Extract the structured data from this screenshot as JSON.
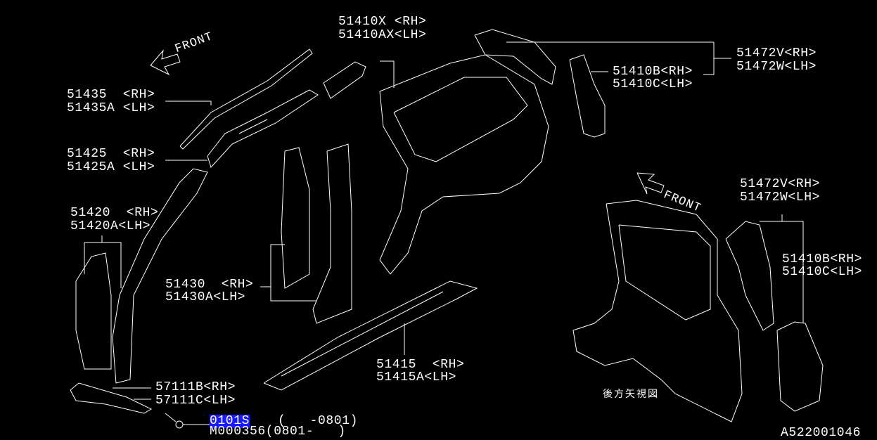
{
  "labels": {
    "p51410x": [
      "51410X <RH>",
      "51410AX<LH>"
    ],
    "p51472v_top": [
      "51472V<RH>",
      "51472W<LH>"
    ],
    "p51410b_top": [
      "51410B<RH>",
      "51410C<LH>"
    ],
    "p51435": [
      "51435  <RH>",
      "51435A <LH>"
    ],
    "p51425": [
      "51425  <RH>",
      "51425A <LH>"
    ],
    "p51420": [
      "51420  <RH>",
      "51420A<LH>"
    ],
    "p51472v_rear": [
      "51472V<RH>",
      "51472W<LH>"
    ],
    "p51430": [
      "51430  <RH>",
      "51430A<LH>"
    ],
    "p51410b_rear": [
      "51410B<RH>",
      "51410C<LH>"
    ],
    "p51415": [
      "51415  <RH>",
      "51415A<LH>"
    ],
    "p57111": [
      "57111B<RH>",
      "57111C<LH>"
    ]
  },
  "bolt": {
    "part_selected": "0101S",
    "range_1": "(   -0801)",
    "part_2": "M000356(0801-   )"
  },
  "front_labels": [
    "FRONT",
    "FRONT"
  ],
  "rear_view_caption": "後方矢視図",
  "diagram_id": "A522001046",
  "colors": {
    "background": "#000000",
    "lines": "#ffffff",
    "selection": "#1a1aff"
  }
}
